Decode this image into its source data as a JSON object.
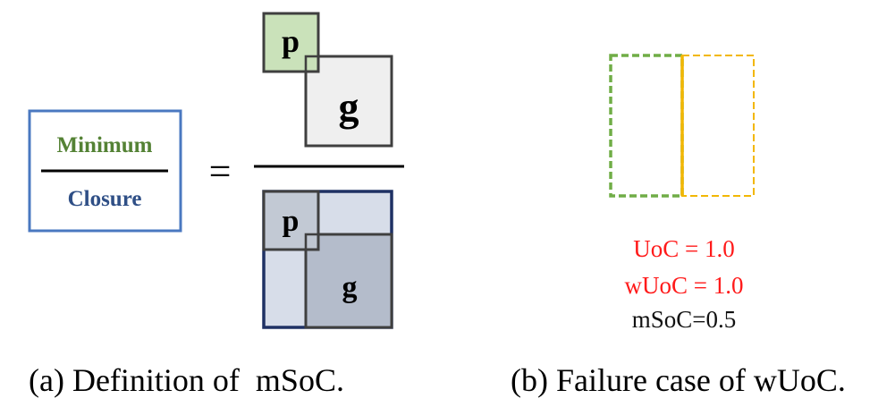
{
  "panel_a": {
    "formula": {
      "numerator": "Minimum",
      "denominator": "Closure",
      "equals": "="
    },
    "top_boxes": {
      "p_label": "p",
      "g_label": "g"
    },
    "bottom_boxes": {
      "p_label": "p",
      "g_label": "g"
    },
    "caption": "(a) Definition of  mSoC."
  },
  "panel_b": {
    "metrics": {
      "uoc": "UoC = 1.0",
      "wuoc": "wUoC = 1.0",
      "msoc": "mSoC=0.5"
    },
    "caption": "(b) Failure case of wUoC."
  },
  "colors": {
    "minimum_text": "#548235",
    "closure_text": "#2f4f86",
    "formula_border": "#4a78c0",
    "p_fill": "#c5dfb4",
    "g_fill": "#efefef",
    "outline_gray": "#3f3f3f",
    "closure_fill": "#d7dde9",
    "closure_border": "#1f3164",
    "bottom_g_fill": "#b4bccb",
    "bottom_p_fill": "#c0c6d2",
    "dashed_green": "#70ad47",
    "dashed_gold": "#f2b705",
    "metric_red": "#ff1a1a",
    "metric_black": "#111111"
  }
}
